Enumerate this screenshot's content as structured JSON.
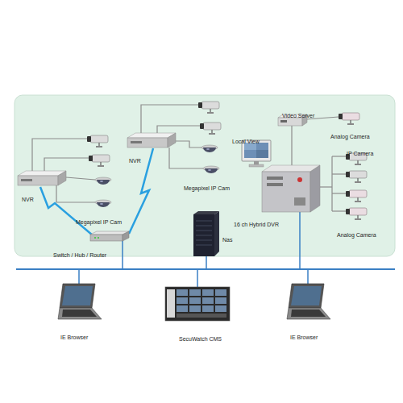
{
  "diagram": {
    "labels": [
      "Video Server",
      "Analog Camera",
      "Local View",
      "IP Camera",
      "NVR",
      "NVR",
      "Megapixel IP Cam",
      "Megapixel IP Cam",
      "16 ch Hybrid DVR",
      "Analog Camera",
      "Nas",
      "Switch / Hub / Router",
      "IE Browser",
      "SecuWatch CMS",
      "IE Browser"
    ]
  }
}
